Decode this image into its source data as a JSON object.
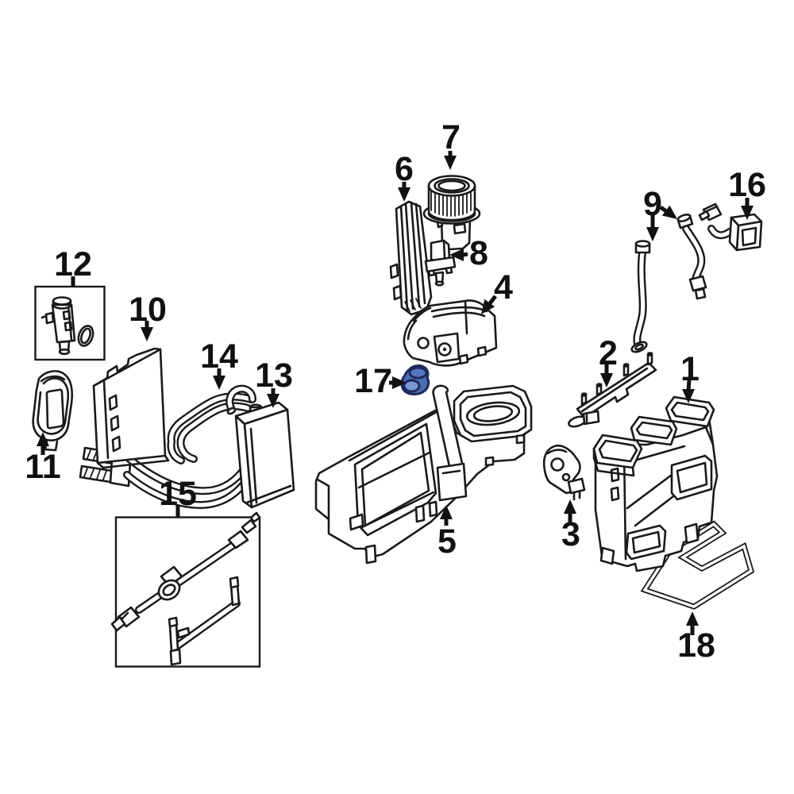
{
  "callouts": [
    {
      "number": "1"
    },
    {
      "number": "2"
    },
    {
      "number": "3"
    },
    {
      "number": "4"
    },
    {
      "number": "5"
    },
    {
      "number": "6"
    },
    {
      "number": "7"
    },
    {
      "number": "8"
    },
    {
      "number": "9"
    },
    {
      "number": "10"
    },
    {
      "number": "11"
    },
    {
      "number": "12"
    },
    {
      "number": "13"
    },
    {
      "number": "14"
    },
    {
      "number": "15"
    },
    {
      "number": "16"
    },
    {
      "number": "17"
    },
    {
      "number": "18"
    }
  ],
  "highlighted_part": {
    "callout_number": "17"
  },
  "colors": {
    "line": "#1a1a1a",
    "background": "#ffffff",
    "highlight_fill": "#4a6cb4",
    "highlight_stroke": "#1e2a5a",
    "highlight_inner": "#7b97d6",
    "highlight_top": "#5577c0"
  }
}
